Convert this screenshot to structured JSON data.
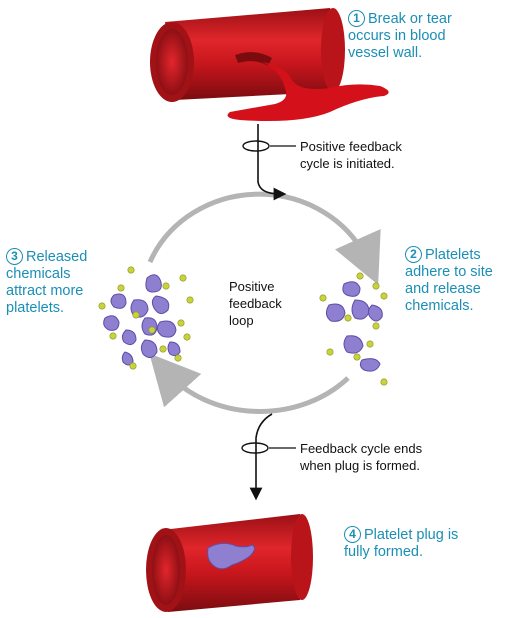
{
  "steps": [
    {
      "num": "1",
      "lines": [
        "Break or tear",
        "occurs in blood",
        "vessel wall."
      ]
    },
    {
      "num": "2",
      "lines": [
        "Platelets",
        "adhere to site",
        "and release",
        "chemicals."
      ]
    },
    {
      "num": "3",
      "lines": [
        "Released",
        "chemicals",
        "attract more",
        "platelets."
      ]
    },
    {
      "num": "4",
      "lines": [
        "Platelet plug is",
        "fully formed."
      ]
    }
  ],
  "notes": {
    "initiated": [
      "Positive feedback",
      "cycle is initiated."
    ],
    "ends": [
      "Feedback cycle ends",
      "when plug is formed."
    ]
  },
  "center": [
    "Positive",
    "feedback",
    "loop"
  ],
  "colors": {
    "step_text": "#1a8fb5",
    "vessel": "#c8161d",
    "vessel_dark": "#8e0f14",
    "blood": "#d4101a",
    "platelet": "#8f7fd0",
    "platelet_dark": "#5d4ea8",
    "chemical": "#c8d23c",
    "loop_arrow": "#b4b4b4"
  }
}
